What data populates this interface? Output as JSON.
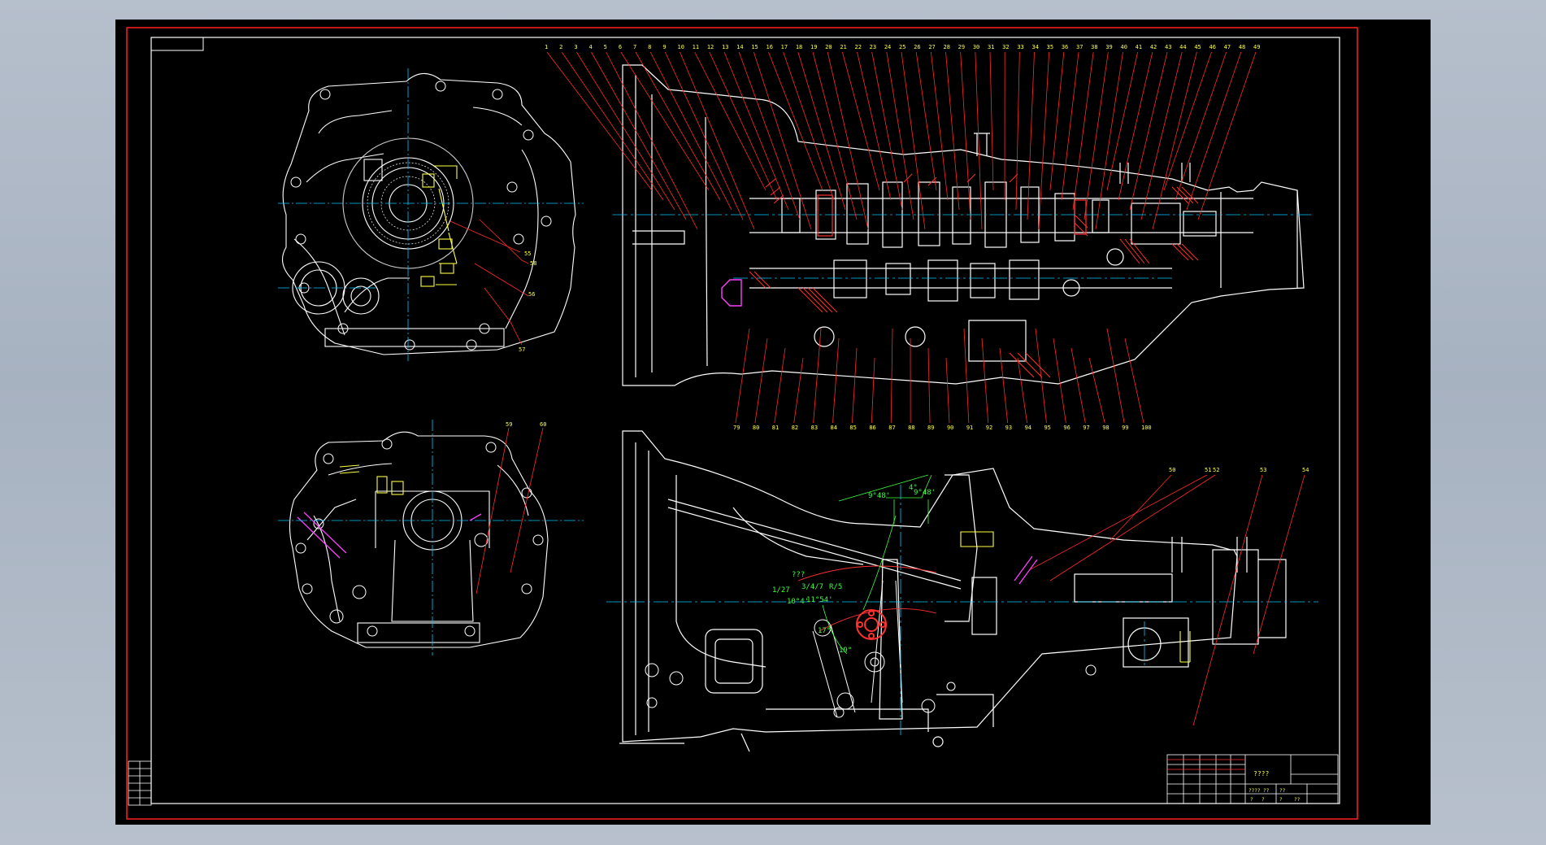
{
  "colors": {
    "background": "#000000",
    "border_red": "#ff2020",
    "frame_white": "#ffffff",
    "leader_red": "#ff2a2a",
    "part_yellow": "#ffff40",
    "centerline_cyan": "#00c8ff",
    "dim_green": "#3cff3c",
    "hatch_red": "#ff3030",
    "magenta": "#ff40ff",
    "gradient_bg": "#aab4c2"
  },
  "section_view": {
    "balloons_top": [
      "1",
      "2",
      "3",
      "4",
      "5",
      "6",
      "7",
      "8",
      "9",
      "10",
      "11",
      "12",
      "13",
      "14",
      "15",
      "16",
      "17",
      "18",
      "19",
      "20",
      "21",
      "22",
      "23",
      "24",
      "25",
      "26",
      "27",
      "28",
      "29",
      "30",
      "31",
      "32",
      "33",
      "34",
      "35",
      "36",
      "37",
      "38",
      "39",
      "40",
      "41",
      "42",
      "43",
      "44",
      "45",
      "46",
      "47",
      "48",
      "49"
    ],
    "balloons_bottom": [
      "79",
      "80",
      "81",
      "82",
      "83",
      "84",
      "85",
      "86",
      "87",
      "88",
      "89",
      "90",
      "91",
      "92",
      "93",
      "94",
      "95",
      "96",
      "97",
      "98",
      "99",
      "100"
    ]
  },
  "front_views": {
    "top_balloons": [
      "55",
      "56",
      "57",
      "58"
    ],
    "bottom_balloons": [
      "59",
      "60"
    ]
  },
  "side_view": {
    "angle_top": "4°",
    "angle_left": "9°48'",
    "angle_right": "9°48'",
    "gear_1": "1/27",
    "gear_rev": "???",
    "gear_34": "3/4/7",
    "gear_r": "R/5",
    "dim_a": "11°54'",
    "dim_b": "10°4'",
    "dim_c": "17°",
    "dim_d": "19°",
    "balloons": [
      "50",
      "51",
      "52",
      "53",
      "54"
    ]
  },
  "title_block": {
    "title": "????",
    "cells": [
      "????",
      "??",
      "??",
      "?",
      "?",
      "?",
      "??"
    ]
  }
}
